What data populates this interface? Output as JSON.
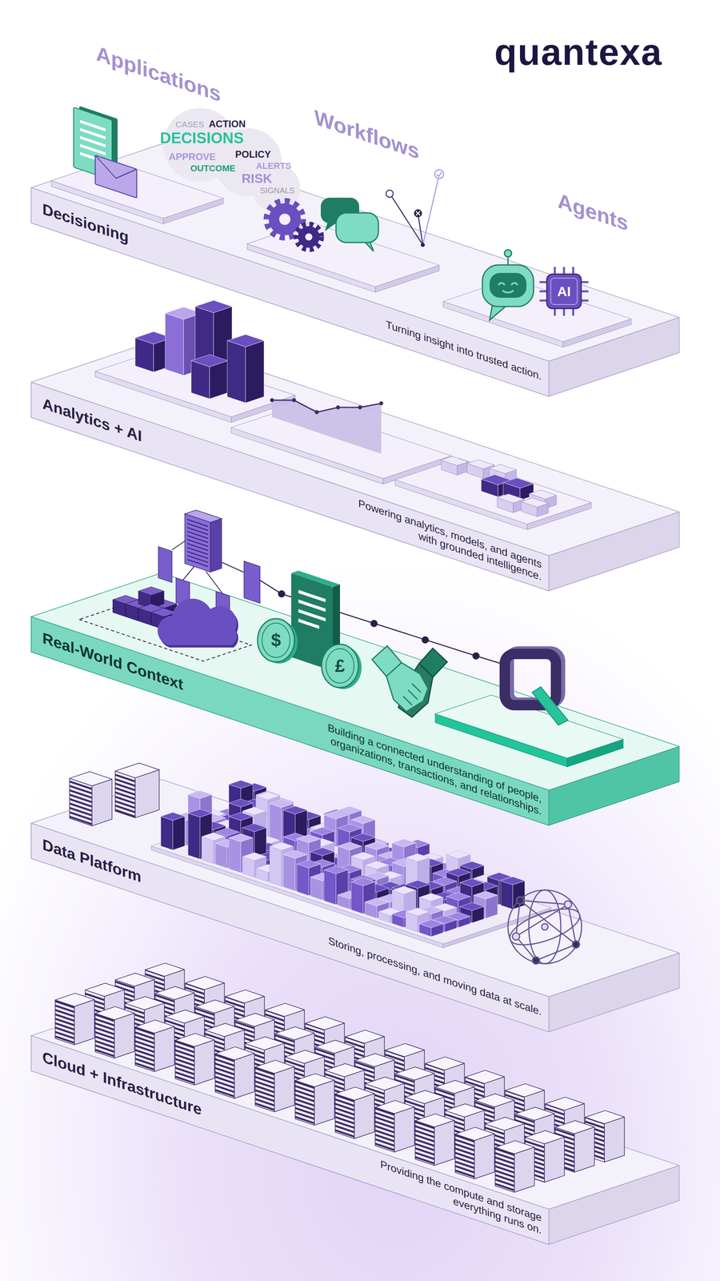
{
  "diagram": {
    "nodes": [
      {
        "text": [
          "Decisioning",
          "Turning insight into trusted action."
        ]
      },
      {
        "text": [
          "Analytics + AI",
          "Powering analytics, models, and agents with grounded intelligence."
        ]
      },
      {
        "text": [
          "Real-World Context",
          "Building a connected understanding of people, organizations, transactions, and relationships."
        ]
      },
      {
        "text": [
          "Data Platform",
          "Storing, processing, and moving data at scale."
        ]
      },
      {
        "text": [
          "Cloud + Infrastructure",
          "Providing the compute and storage everything runs on."
        ]
      }
    ],
    "labels": [
      "quantexa",
      "Applications",
      "Workflows",
      "Agents",
      "CASES",
      "ACTION",
      "DECISIONS",
      "POLICY",
      "APPROVE",
      "ALERTS",
      "RISK",
      "OUTCOME",
      "SIGNALS",
      "AI",
      "$",
      "£"
    ]
  }
}
